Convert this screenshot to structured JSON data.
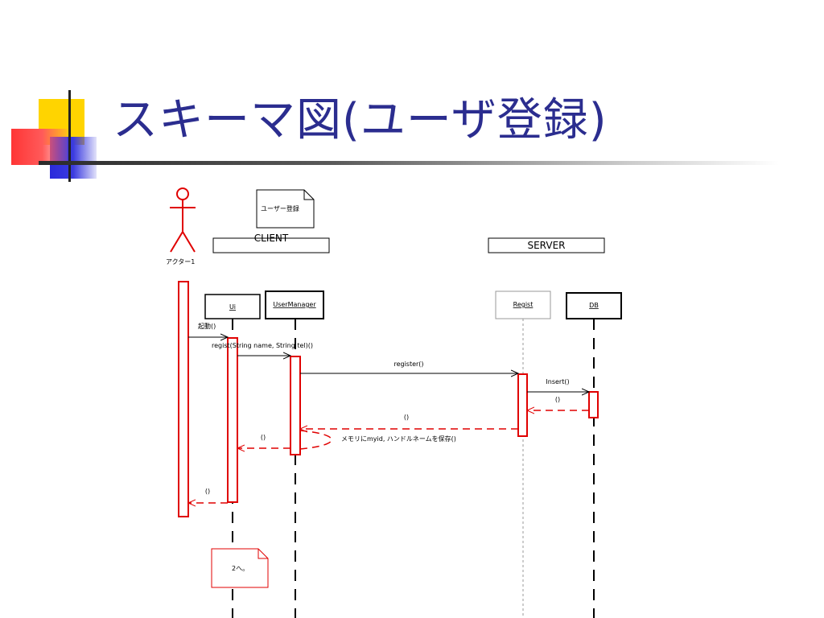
{
  "slide": {
    "title": "スキーマ図(ユーザ登録)"
  },
  "diagram": {
    "actor": {
      "label": "アクター1"
    },
    "note_top": "ユーザー登録",
    "note_bottom": "2へ。",
    "groups": {
      "client": "CLIENT",
      "server": "SERVER"
    },
    "lifelines": {
      "ui": "Ui",
      "user_manager": "UserManager",
      "regist": "Regist",
      "db": "DB"
    },
    "messages": {
      "start": "起動()",
      "regist_call": "regist(String name, String tel)()",
      "register": "register()",
      "insert": "Insert()",
      "return_db": "()",
      "return_regist": "()",
      "self_note": "メモリにmyid, ハンドルネームを保存()",
      "return_um": "()",
      "return_ui": "()"
    },
    "colors": {
      "activation": "#e00000",
      "title": "#2b2d8f"
    }
  }
}
